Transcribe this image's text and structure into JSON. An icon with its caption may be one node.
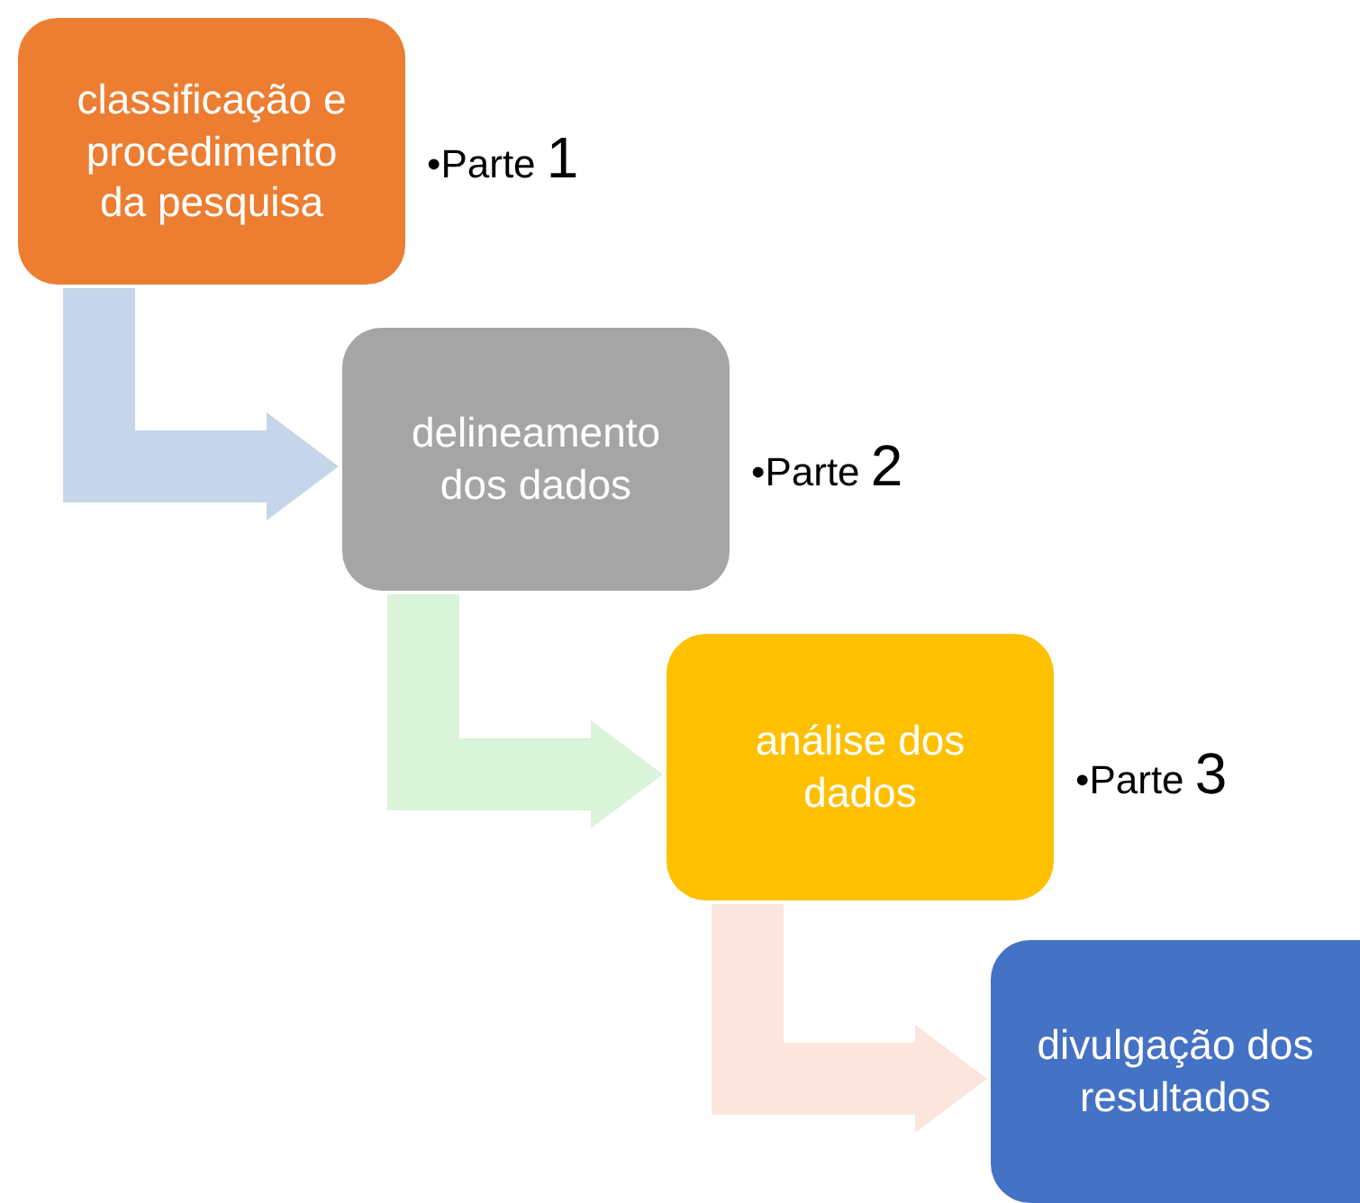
{
  "diagram": {
    "nodes": [
      {
        "text": [
          "classificação e procedimento da pesquisa"
        ],
        "beside": [
          "•Parte 1"
        ]
      },
      {
        "text": [
          "delineamento dos dados"
        ],
        "beside": [
          "•Parte 2"
        ]
      },
      {
        "text": [
          "análise dos dados"
        ],
        "beside": [
          "•Parte 3"
        ]
      },
      {
        "text": [
          "divulgação dos resultados"
        ]
      }
    ],
    "edges": [
      {
        "from": 0,
        "to": 1,
        "arrow": "to",
        "color": "#c5d5ea"
      },
      {
        "from": 1,
        "to": 2,
        "arrow": "to",
        "color": "#d9f4d9"
      },
      {
        "from": 2,
        "to": 3,
        "arrow": "to",
        "color": "#fbe5dc"
      }
    ]
  }
}
